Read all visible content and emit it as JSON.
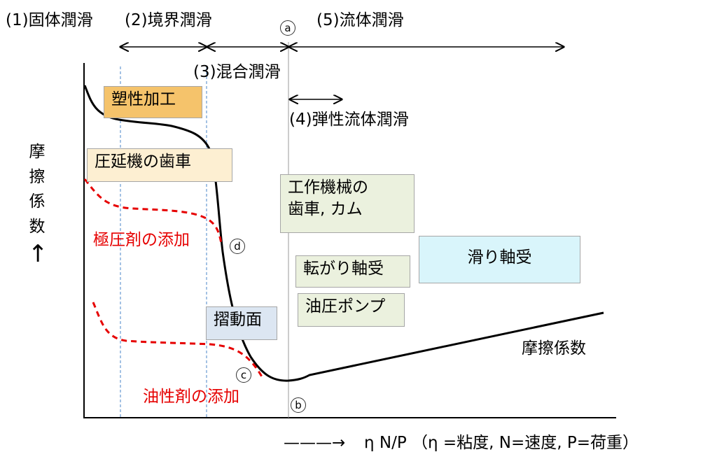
{
  "regimes": {
    "solid": "(1)固体潤滑",
    "boundary": "(2)境界潤滑",
    "mixed": "(3)混合潤滑",
    "ehl": "(4)弾性流体潤滑",
    "fluid": "(5)流体潤滑"
  },
  "markers": {
    "a": "a",
    "b": "b",
    "c": "c",
    "d": "d"
  },
  "y_axis": {
    "chars": [
      "摩",
      "擦",
      "係",
      "数"
    ],
    "arrow": "↑"
  },
  "x_axis": {
    "arrow": "———→",
    "label": "η N/P （η =粘度, N=速度, P=荷重）"
  },
  "curve_label": "摩擦係数",
  "additives": {
    "ep": "極圧剤の添加",
    "oily": "油性剤の添加"
  },
  "applications": [
    {
      "id": "plastic",
      "text": "塑性加工",
      "color": "#f5c36b"
    },
    {
      "id": "rolling",
      "text": "圧延機の歯車",
      "color": "#fdefd2"
    },
    {
      "id": "machine",
      "text": "工作機械の\n歯車, カム",
      "color": "#ebf1de"
    },
    {
      "id": "sliding_surface",
      "text": "摺動面",
      "color": "#dce6f2"
    },
    {
      "id": "rolling_bearing",
      "text": "転がり軸受",
      "color": "#ebf1de"
    },
    {
      "id": "hydraulic",
      "text": "油圧ポンプ",
      "color": "#ebf1de"
    },
    {
      "id": "plain_bearing",
      "text": "滑り軸受",
      "color": "#d9f5fb"
    }
  ],
  "colors": {
    "additive_curve": "#e60000",
    "dashed_guide": "#4a86c8",
    "solid_guide": "#9a9a9a"
  }
}
